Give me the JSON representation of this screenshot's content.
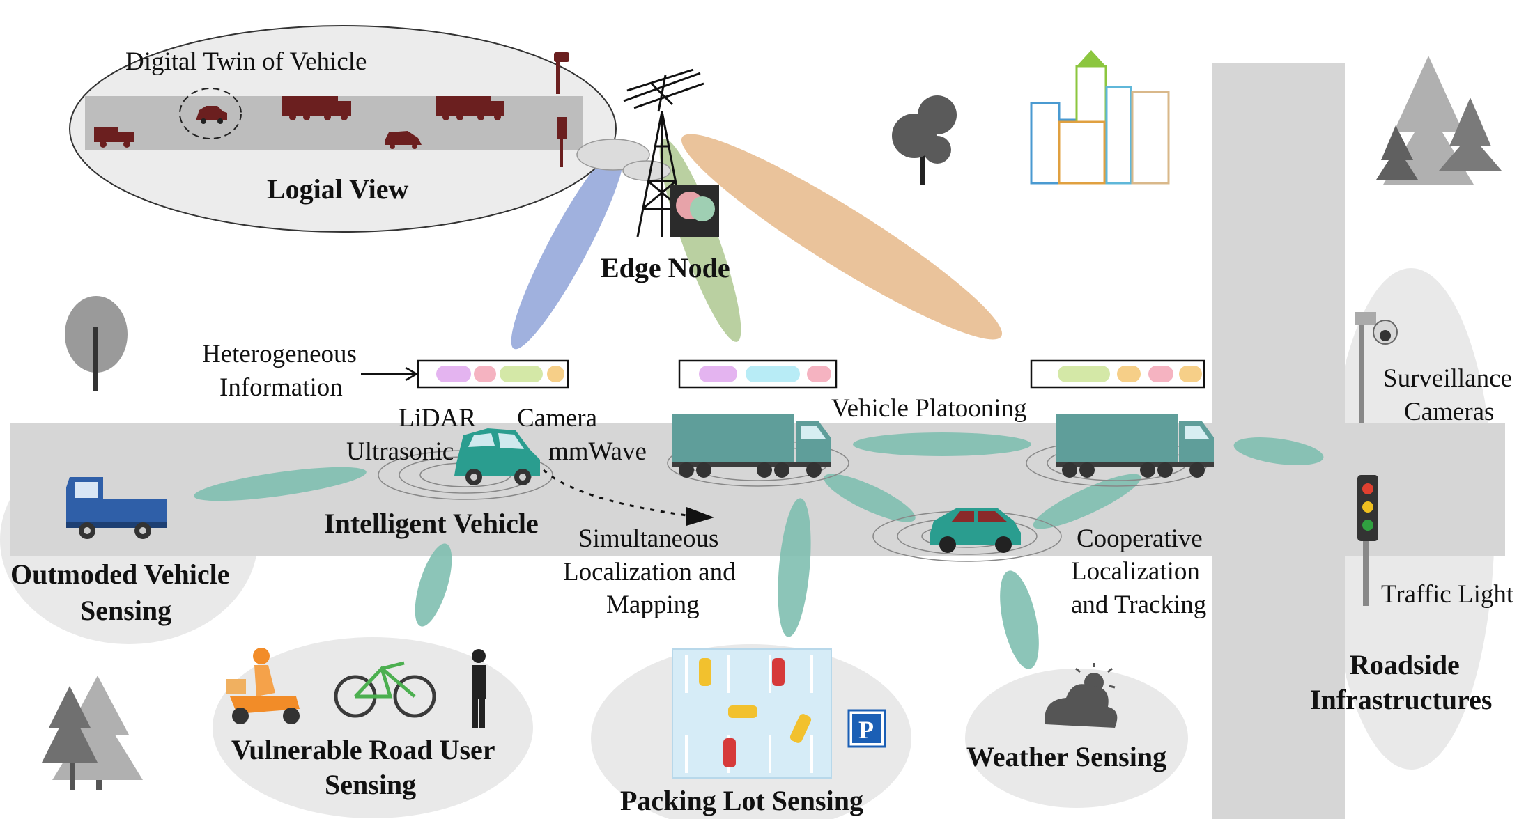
{
  "logical_view": {
    "title": "Digital Twin of Vehicle",
    "caption": "Logial View"
  },
  "edge_node": {
    "label": "Edge Node"
  },
  "heterogeneous": {
    "line1": "Heterogeneous",
    "line2": "Information"
  },
  "sensors": {
    "lidar": "LiDAR",
    "camera": "Camera",
    "ultrasonic": "Ultrasonic",
    "mmwave": "mmWave"
  },
  "intelligent_vehicle": {
    "label": "Intelligent Vehicle"
  },
  "vehicle_platooning": {
    "label": "Vehicle Platooning"
  },
  "slam": {
    "line1": "Simultaneous",
    "line2": "Localization and",
    "line3": "Mapping"
  },
  "cooperative": {
    "line1": "Cooperative",
    "line2": "Localization",
    "line3": "and Tracking"
  },
  "outmoded": {
    "line1": "Outmoded Vehicle",
    "line2": "Sensing"
  },
  "vru": {
    "line1": "Vulnerable Road User",
    "line2": "Sensing"
  },
  "parking": {
    "label": "Packing Lot Sensing",
    "sign": "P"
  },
  "weather": {
    "label": "Weather Sensing"
  },
  "roadside": {
    "surveillance_line1": "Surveillance",
    "surveillance_line2": "Cameras",
    "traffic_light": "Traffic Light",
    "title_line1": "Roadside",
    "title_line2": "Infrastructures"
  },
  "colors": {
    "road": "#d6d6d6",
    "teal": "#7fbfb0",
    "truck": "#5f9e9a",
    "beam_blue": "#8fa3d8",
    "beam_green": "#a9c48a",
    "beam_orange": "#e6b98a",
    "zone": "#e9e9e9",
    "vehicle_dark": "#6b1f1f"
  }
}
